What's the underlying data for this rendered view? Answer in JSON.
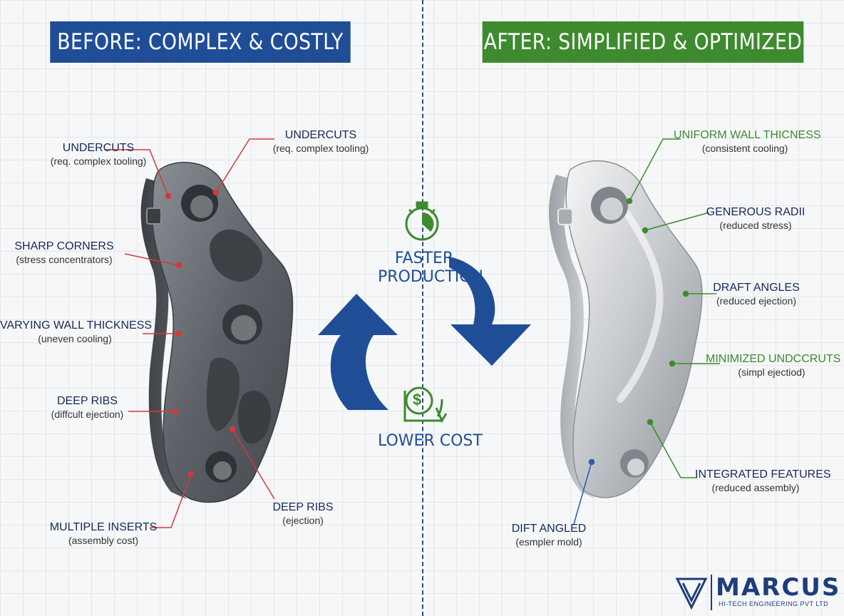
{
  "banners": {
    "before": "BEFORE: COMPLEX & COSTLY",
    "after": "AFTER: SIMPLIFIED & OPTIMIZED"
  },
  "center": {
    "faster": "FASTER\nPRODUCTION",
    "lower_cost": "LOWER COST"
  },
  "before_labels": [
    {
      "title": "UNDERCUTS",
      "sub": "(req. complex tooling)"
    },
    {
      "title": "UNDERCUTS",
      "sub": "(req. complex tooling)"
    },
    {
      "title": "SHARP CORNERS",
      "sub": "(stress concentrators)"
    },
    {
      "title": "VARYING WALL THICKNESS",
      "sub": "(uneven cooling)"
    },
    {
      "title": "DEEP RIBS",
      "sub": "(diffcult ejection)"
    },
    {
      "title": "MULTIPLE INSERTS",
      "sub": "(assembly cost)"
    },
    {
      "title": "DEEP RIBS",
      "sub": "(ejection)"
    }
  ],
  "after_labels": [
    {
      "title": "UNIFORM WALL THICNESS",
      "sub": "(consistent cooling)"
    },
    {
      "title": "GENEROUS RADII",
      "sub": "(reduced stress)"
    },
    {
      "title": "DRAFT ANGLES",
      "sub": "(reduced ejection)"
    },
    {
      "title": "MINIMIZED UNDCCRUTS",
      "sub": "(simpl ejectiod)"
    },
    {
      "title": "INTEGRATED FEATURES",
      "sub": "(reduced assembly)"
    },
    {
      "title": "DIFT ANGLED",
      "sub": "(esmpler mold)"
    }
  ],
  "logo": {
    "name": "MARCUS",
    "tagline": "HI-TECH ENGINEERING PVT LTD"
  },
  "colors": {
    "before_banner": "#1f4e97",
    "after_banner": "#3d8b2e",
    "arrow_blue": "#1f4e97",
    "icon_green": "#3d8b2e",
    "before_callout": "#d23a3a",
    "after_callout": "#3d8b2e",
    "after_callout_blue": "#2a5bb0"
  },
  "icons": [
    "stopwatch-icon",
    "dollar-cost-icon",
    "marcus-logo-icon"
  ]
}
